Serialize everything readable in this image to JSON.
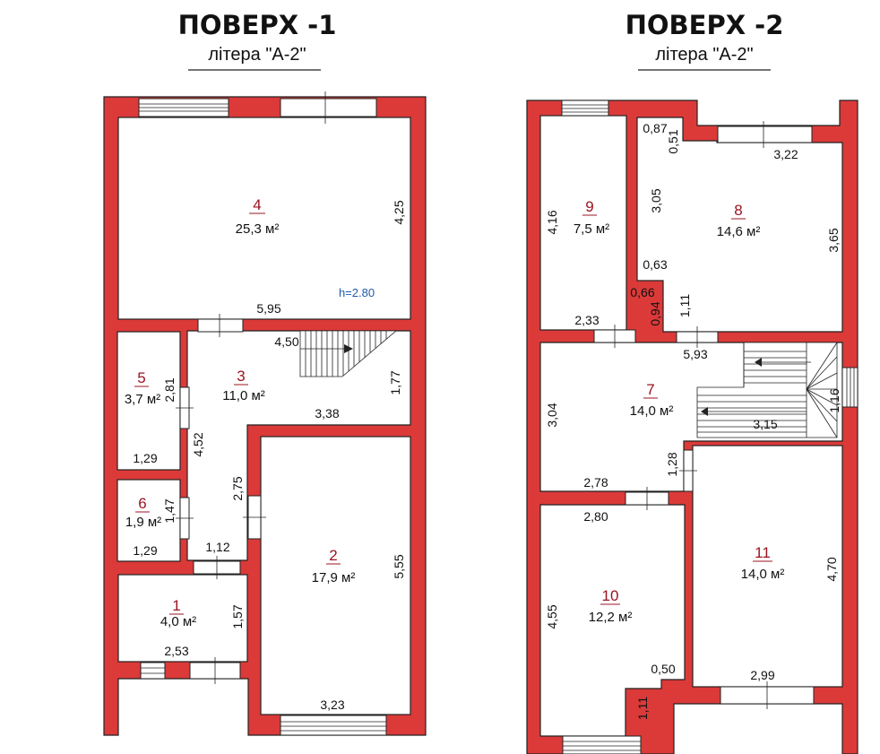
{
  "floors": [
    {
      "title": "ПОВЕРХ -1",
      "subtitle": "літера \"А-2\"",
      "height_label": "h=2.80",
      "rooms": [
        {
          "num": "4",
          "area": "25,3 м²"
        },
        {
          "num": "5",
          "area": "3,7 м²"
        },
        {
          "num": "3",
          "area": "11,0 м²"
        },
        {
          "num": "6",
          "area": "1,9 м²"
        },
        {
          "num": "2",
          "area": "17,9 м²"
        },
        {
          "num": "1",
          "area": "4,0 м²"
        }
      ],
      "dimensions": [
        "4,25",
        "5,95",
        "4,50",
        "2,81",
        "1,77",
        "3,38",
        "1,29",
        "4,52",
        "2,75",
        "1,47",
        "1,29",
        "1,12",
        "5,55",
        "1,57",
        "2,53",
        "3,23"
      ]
    },
    {
      "title": "ПОВЕРХ -2",
      "subtitle": "літера \"А-2\"",
      "rooms": [
        {
          "num": "9",
          "area": "7,5 м²"
        },
        {
          "num": "8",
          "area": "14,6 м²"
        },
        {
          "num": "7",
          "area": "14,0 м²"
        },
        {
          "num": "11",
          "area": "14,0 м²"
        },
        {
          "num": "10",
          "area": "12,2 м²"
        }
      ],
      "dimensions": [
        "0,87",
        "0,51",
        "3,22",
        "4,16",
        "3,05",
        "3,65",
        "0,63",
        "0,66",
        "0,94",
        "1,11",
        "2,33",
        "5,93",
        "3,04",
        "1,16",
        "3,15",
        "1,28",
        "2,78",
        "2,80",
        "4,70",
        "4,55",
        "0,50",
        "2,99",
        "1,11"
      ]
    }
  ]
}
